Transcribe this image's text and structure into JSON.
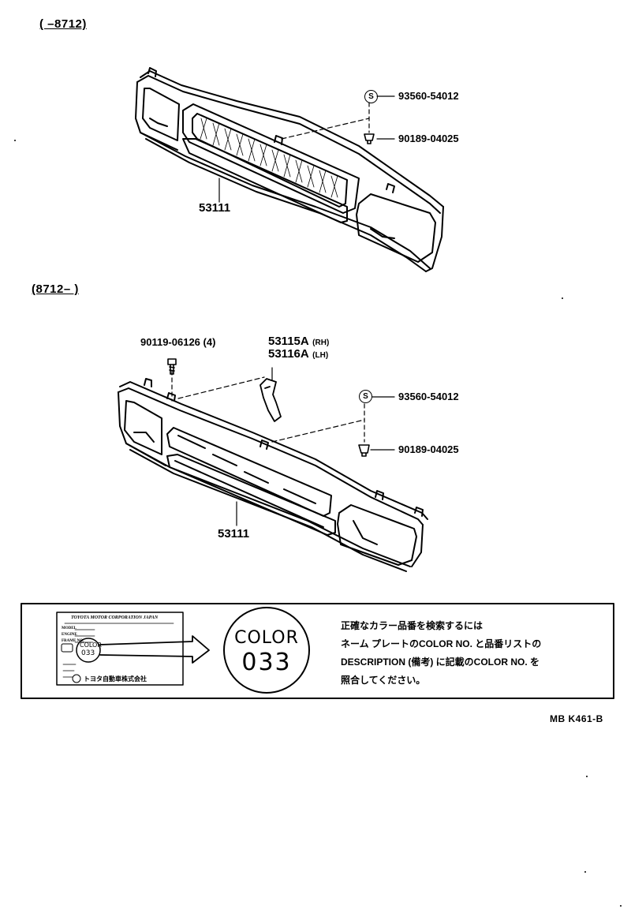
{
  "section1": {
    "header": "(      –8712)",
    "grille_part": "53111",
    "parts": [
      {
        "id": "93560-54012",
        "badge": "S"
      },
      {
        "id": "90189-04025"
      }
    ]
  },
  "section2": {
    "header": "(8712–        )",
    "grille_part": "53111",
    "bolt": "90119-06126 (4)",
    "bracket_rh": "53115A",
    "bracket_rh_side": "(RH)",
    "bracket_lh": "53116A",
    "bracket_lh_side": "(LH)",
    "parts": [
      {
        "id": "93560-54012",
        "badge": "S"
      },
      {
        "id": "90189-04025"
      }
    ]
  },
  "note_box": {
    "plate_company": "TOYOTA MOTOR CORPORATION JAPAN",
    "plate_model": "MODEL",
    "plate_engine": "ENGINE",
    "plate_frame": "FRAME NO.",
    "plate_color": "COLOR",
    "plate_color_code": "033",
    "plate_maker": "トヨタ自動車株式会社",
    "big_color": "COLOR",
    "big_code": "033",
    "lines": [
      "正確なカラー品番を検索するには",
      "ネーム プレートのCOLOR  NO. と品番リストの",
      "DESCRIPTION (備考) に記載のCOLOR  NO. を",
      "照合してください。"
    ]
  },
  "footer": "MB  K461-B"
}
